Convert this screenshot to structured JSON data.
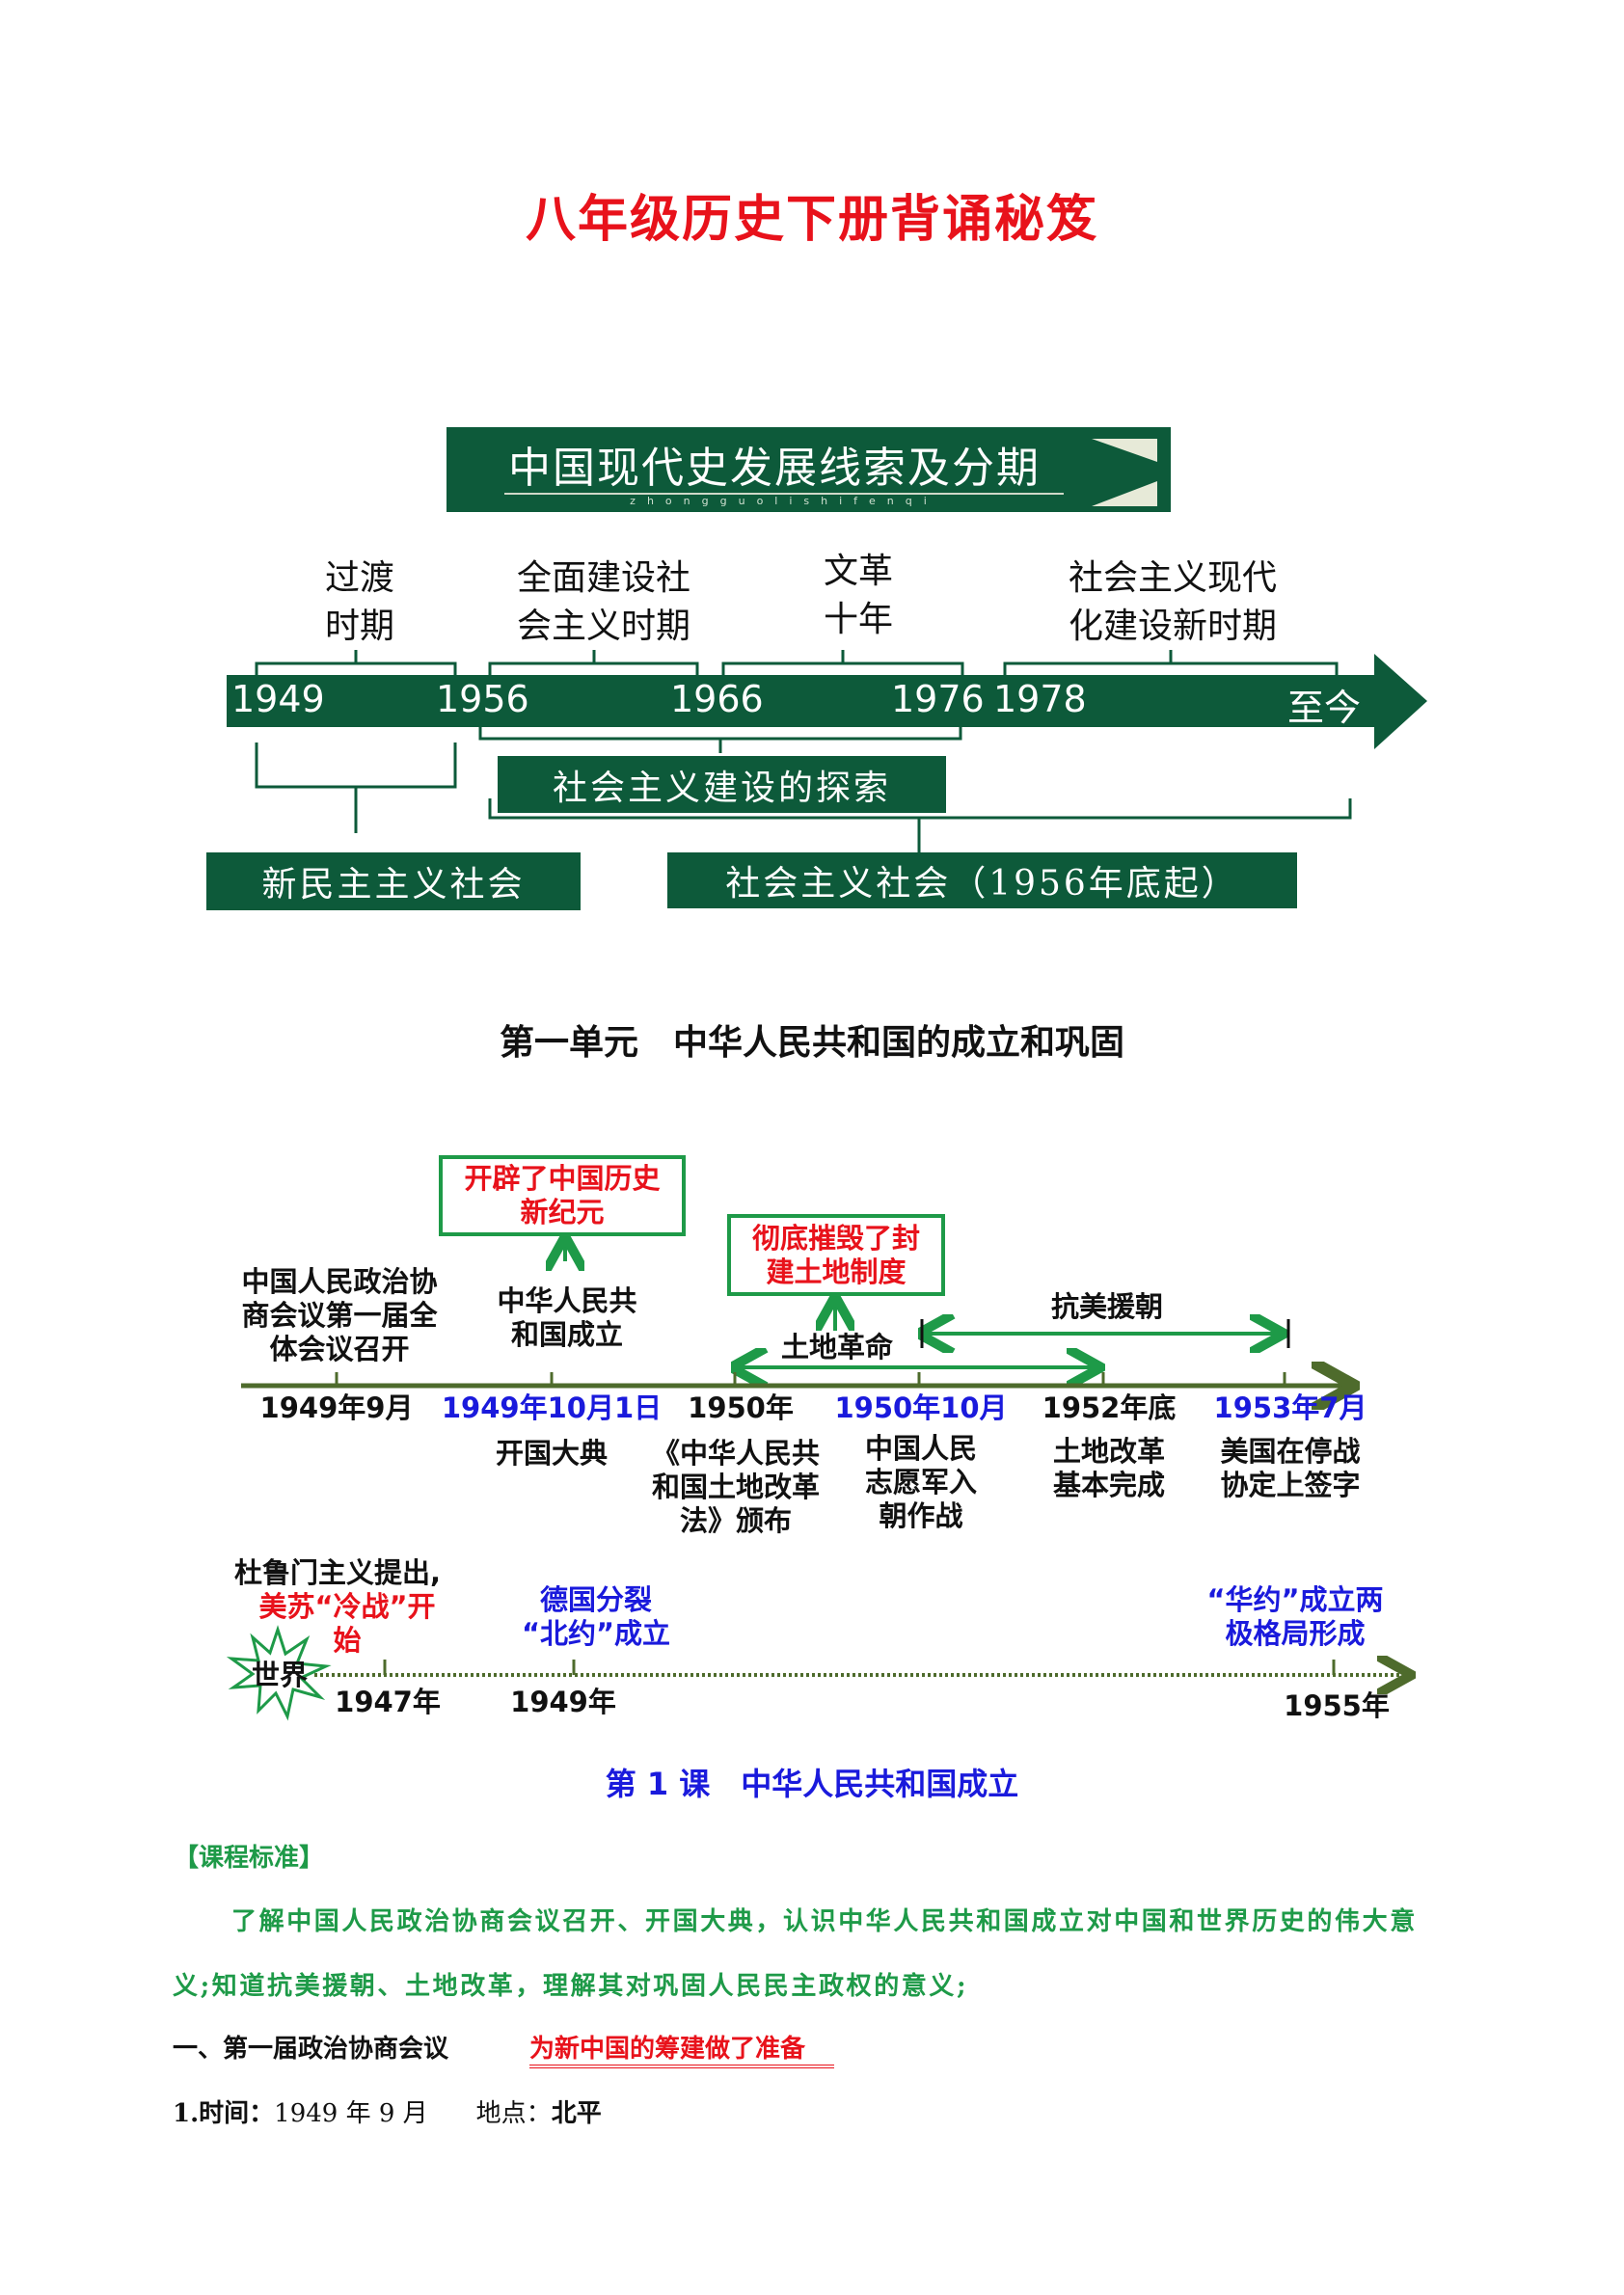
{
  "title": "八年级历史下册背诵秘笈",
  "overview": {
    "banner_title": "中国现代史发展线索及分期",
    "banner_pinyin": "zhongguolishifenqi",
    "periods": [
      {
        "line1": "过渡",
        "line2": "时期"
      },
      {
        "line1": "全面建设社",
        "line2": "会主义时期"
      },
      {
        "line1": "文革",
        "line2": "十年"
      },
      {
        "line1": "社会主义现代",
        "line2": "化建设新时期"
      }
    ],
    "years": [
      "1949",
      "1956",
      "1966",
      "1976",
      "1978",
      "至今"
    ],
    "box_exploration": "社会主义建设的探索",
    "box_new_democratic": "新民主主义社会",
    "box_socialist": "社会主义社会（1956年底起）",
    "colors": {
      "green": "#0d5a3a"
    }
  },
  "unit_title": "第一单元　中华人民共和国的成立和巩固",
  "unit_timeline": {
    "box1": {
      "line1": "开辟了中国历史",
      "line2": "新纪元"
    },
    "box2": {
      "line1": "彻底摧毁了封",
      "line2": "建土地制度"
    },
    "above": {
      "cppcc": [
        "中国人民政治协",
        "商会议第一届全",
        "体会议召开"
      ],
      "prc": [
        "中华人民共",
        "和国成立"
      ],
      "war": "抗美援朝",
      "land": "土地革命"
    },
    "dates": [
      "1949年9月",
      "1949年10月1日",
      "1950年",
      "1950年10月",
      "1952年底",
      "1953年7月"
    ],
    "below": {
      "ceremony": [
        "开国大典"
      ],
      "law": [
        "《中华人民共",
        "和国土地改革",
        "法》颁布"
      ],
      "volunteers": [
        "中国人民",
        "志愿军入",
        "朝作战"
      ],
      "reform": [
        "土地改革",
        "基本完成"
      ],
      "armistice": [
        "美国在停战",
        "协定上签字"
      ]
    },
    "world": {
      "label": "世界",
      "truman": "杜鲁门主义提出,",
      "cold_war": [
        "美苏“冷战”开",
        "始"
      ],
      "germany": [
        "德国分裂",
        "“北约”成立"
      ],
      "warsaw": [
        "“华约”成立两",
        "极格局形成"
      ],
      "years": [
        "1947年",
        "1949年",
        "1955年"
      ]
    }
  },
  "lesson_title": "第 1 课　中华人民共和国成立",
  "standard_label": "【课程标准】",
  "standard_line1": "了解中国人民政治协商会议召开、开国大典，认识中华人民共和国成立对中国和世界历史的伟大意",
  "standard_line2": "义;知道抗美援朝、土地改革，理解其对巩固人民民主政权的意义;",
  "section1": {
    "heading": "一、第一届政治协商会议",
    "note": "为新中国的筹建做了准备"
  },
  "item1": {
    "time_label": "1.时间：",
    "time": "1949 年 9 月",
    "place_label": "地点：",
    "place": "北平"
  }
}
